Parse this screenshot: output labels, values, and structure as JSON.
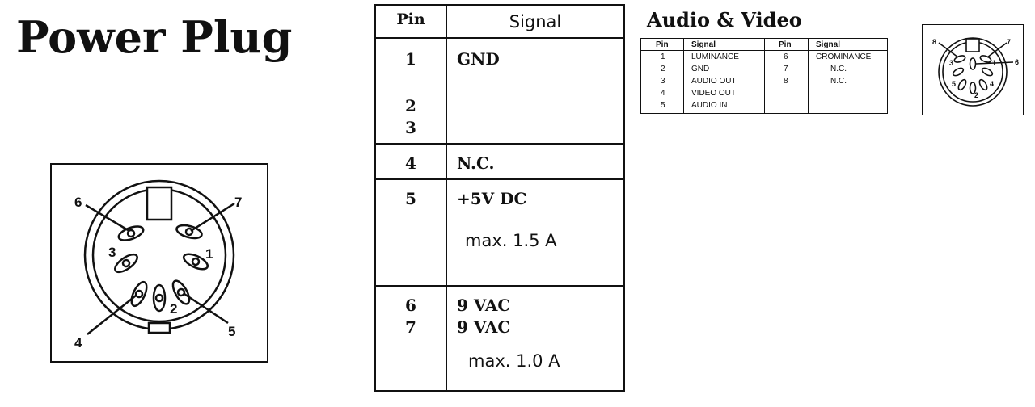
{
  "power": {
    "title": "Power Plug",
    "header_pin": "Pin",
    "header_signal": "Signal",
    "pins": {
      "p1": "1",
      "p2": "2",
      "p3": "3",
      "p4": "4",
      "p5": "5",
      "p6": "6",
      "p7": "7"
    },
    "signals": {
      "gnd": "GND",
      "nc": "N.C.",
      "v5": "+5V DC",
      "max15": "max. 1.5 A",
      "vac6": "9 VAC",
      "vac7": "9 VAC",
      "max10": "max. 1.0 A"
    },
    "connector_labels": [
      "6",
      "7",
      "3",
      "1",
      "4",
      "2",
      "5"
    ]
  },
  "av": {
    "title": "Audio & Video",
    "header_pin": "Pin",
    "header_signal": "Signal",
    "left_rows": [
      {
        "pin": "1",
        "signal": "LUMINANCE"
      },
      {
        "pin": "2",
        "signal": "GND"
      },
      {
        "pin": "3",
        "signal": "AUDIO OUT"
      },
      {
        "pin": "4",
        "signal": "VIDEO OUT"
      },
      {
        "pin": "5",
        "signal": "AUDIO IN"
      }
    ],
    "right_rows": [
      {
        "pin": "6",
        "signal": "CROMINANCE"
      },
      {
        "pin": "7",
        "signal": "N.C."
      },
      {
        "pin": "8",
        "signal": "N.C."
      }
    ],
    "connector_labels": [
      "8",
      "7",
      "6",
      "3",
      "1",
      "5",
      "4",
      "2"
    ]
  }
}
